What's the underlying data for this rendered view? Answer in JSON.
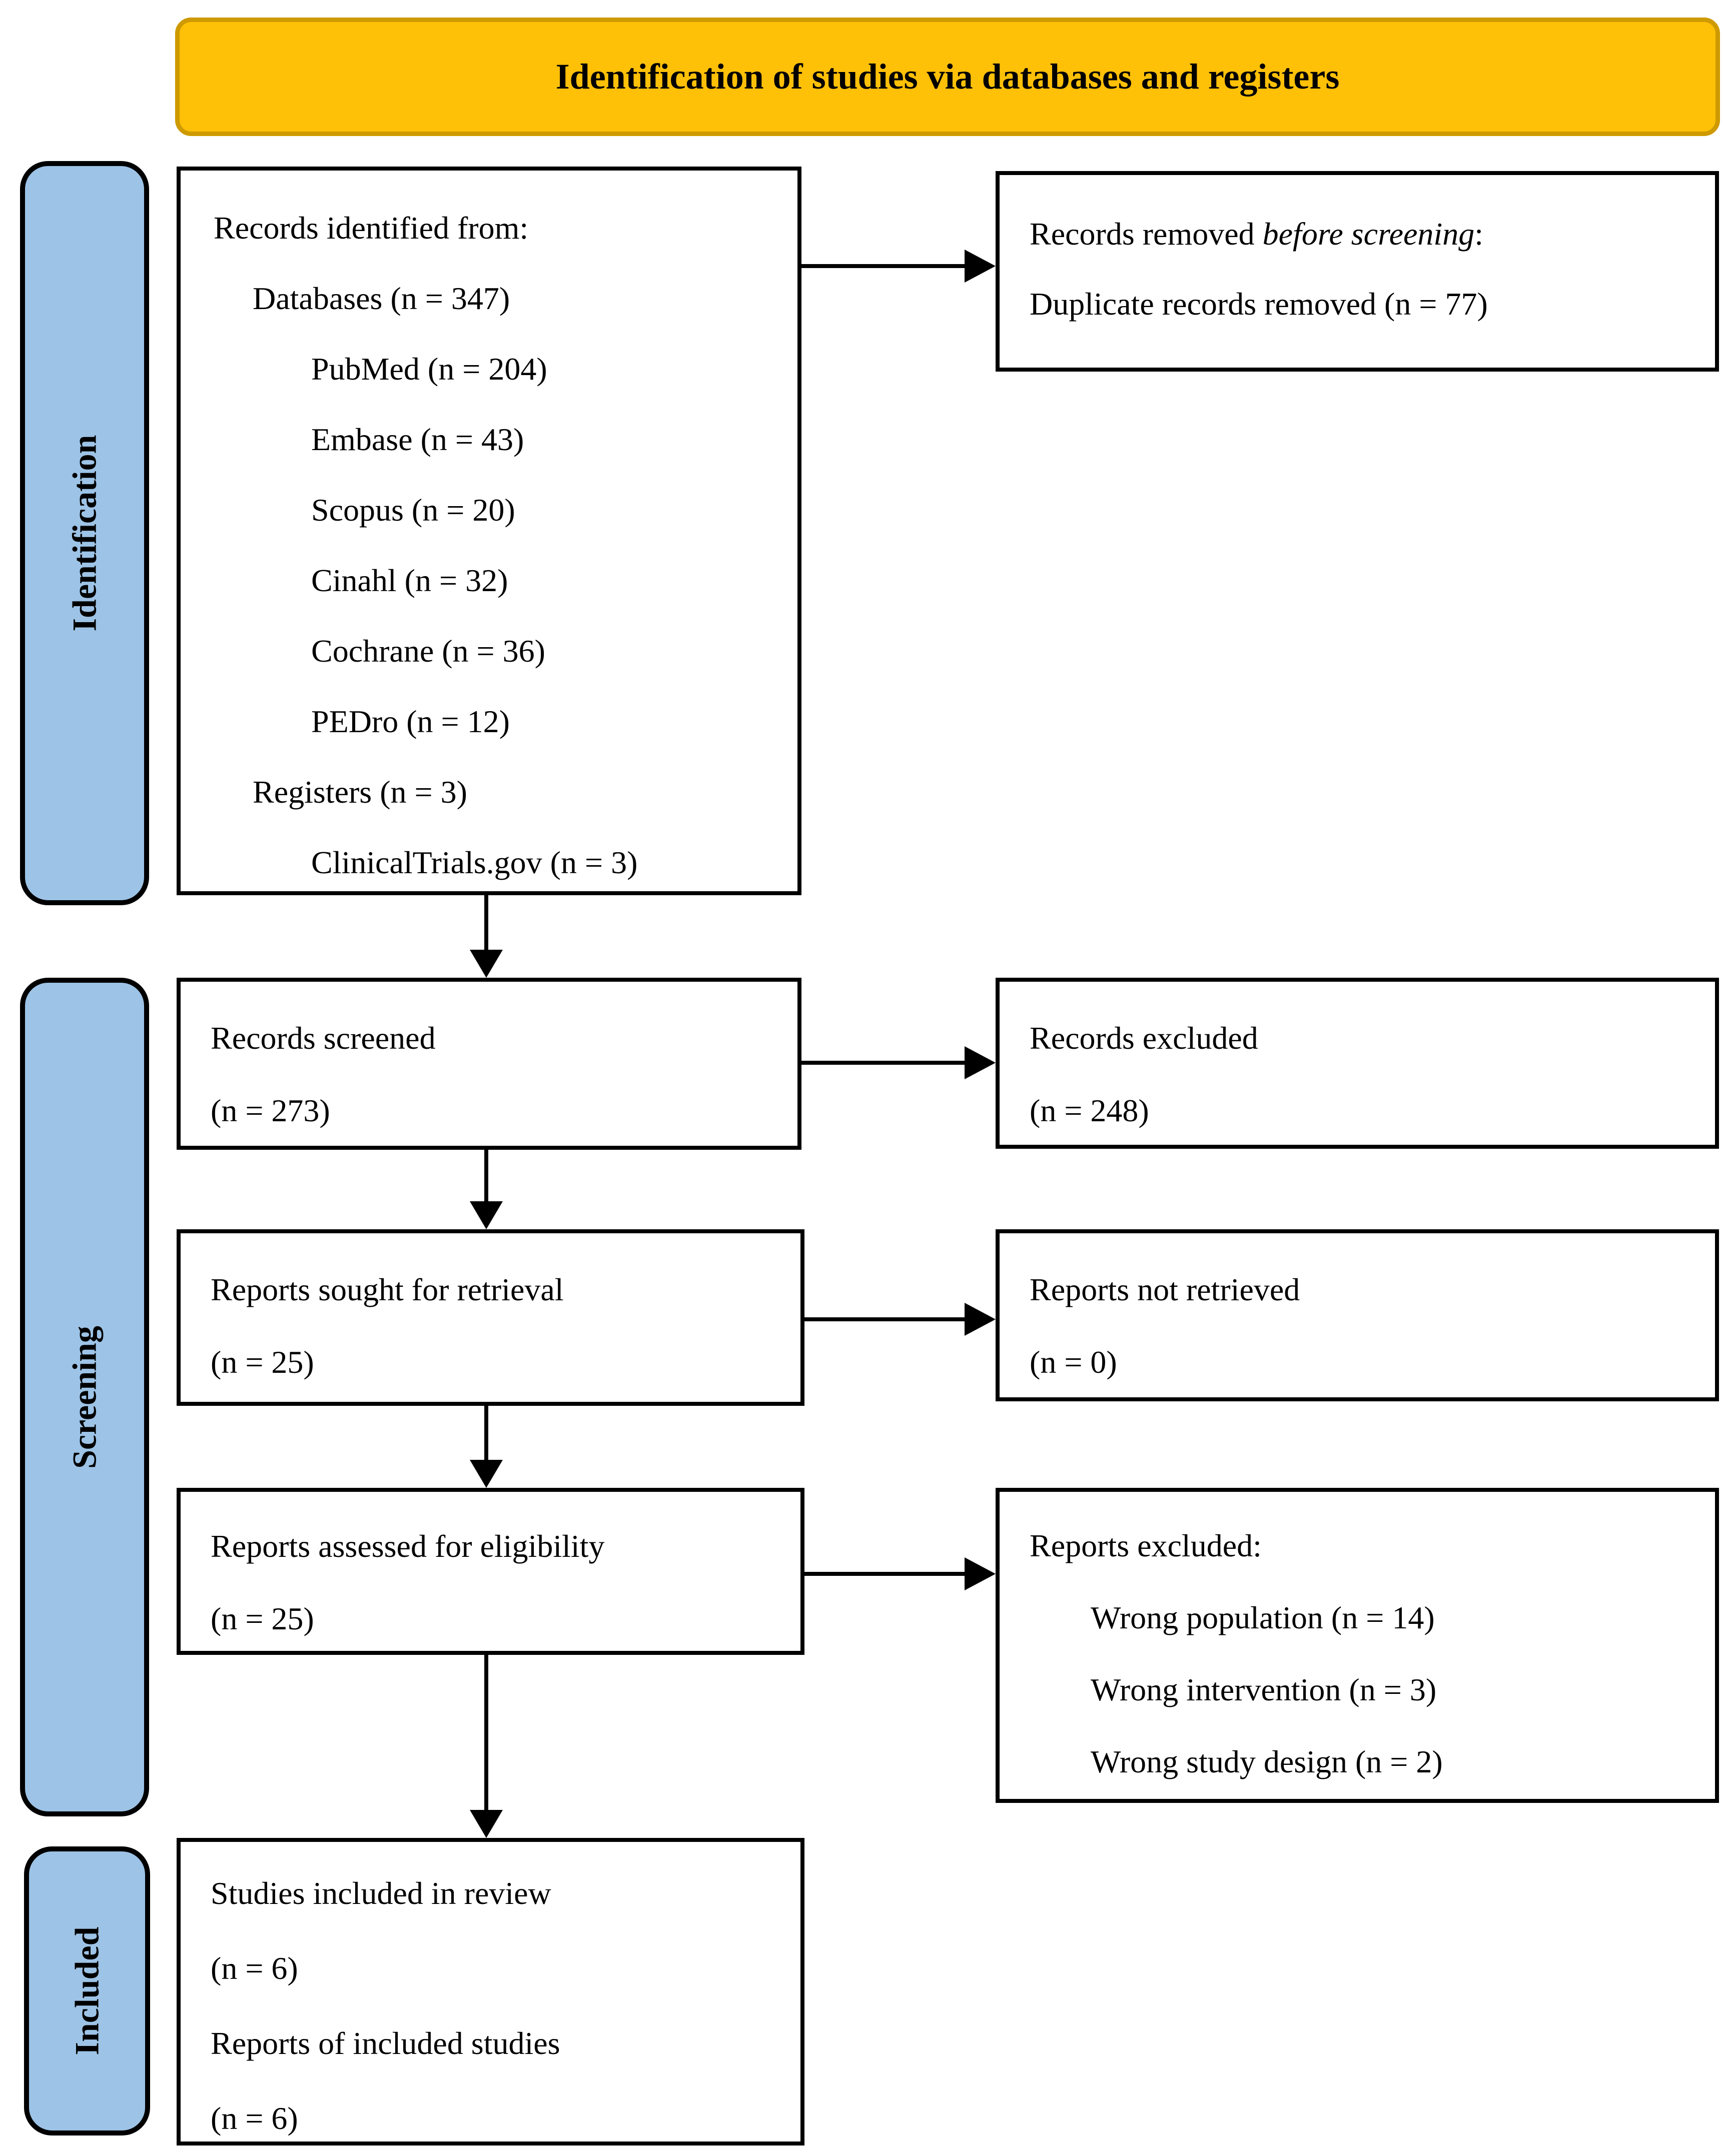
{
  "banner": {
    "title": "Identification of studies via databases and registers"
  },
  "stages": {
    "identification": "Identification",
    "screening": "Screening",
    "included": "Included"
  },
  "colors": {
    "banner_fill": "#FFC008",
    "banner_border": "#CE9A00",
    "stage_fill": "#9DC3E6",
    "box_border": "#000000",
    "text": "#000000",
    "background": "#FFFFFF"
  },
  "boxes": {
    "identified": {
      "lines": [
        "Records identified from:",
        "Databases (n = 347)",
        "PubMed (n = 204)",
        "Embase (n = 43)",
        "Scopus (n = 20)",
        "Cinahl (n = 32)",
        "Cochrane (n = 36)",
        "PEDro (n = 12)",
        "Registers (n = 3)",
        "ClinicalTrials.gov (n = 3)"
      ]
    },
    "removed": {
      "line1_prefix": "Records removed ",
      "line1_italic": "before screening",
      "line1_suffix": ":",
      "line2": "Duplicate records removed (n = 77)"
    },
    "screened": {
      "line1": "Records screened",
      "line2": "(n = 273)"
    },
    "excluded": {
      "line1": "Records excluded",
      "line2": "(n = 248)"
    },
    "sought": {
      "line1": "Reports sought for retrieval",
      "line2": "(n = 25)"
    },
    "not_retrieved": {
      "line1": "Reports not retrieved",
      "line2": "(n = 0)"
    },
    "assessed": {
      "line1": "Reports assessed for eligibility",
      "line2": "(n = 25)"
    },
    "reports_excluded": {
      "line1": "Reports excluded:",
      "reasons": [
        "Wrong population (n = 14)",
        "Wrong intervention (n = 3)",
        "Wrong study design (n = 2)"
      ]
    },
    "included_box": {
      "line1": "Studies included in review",
      "line2": "(n = 6)",
      "line3": "Reports of included studies",
      "line4": "(n = 6)"
    }
  }
}
